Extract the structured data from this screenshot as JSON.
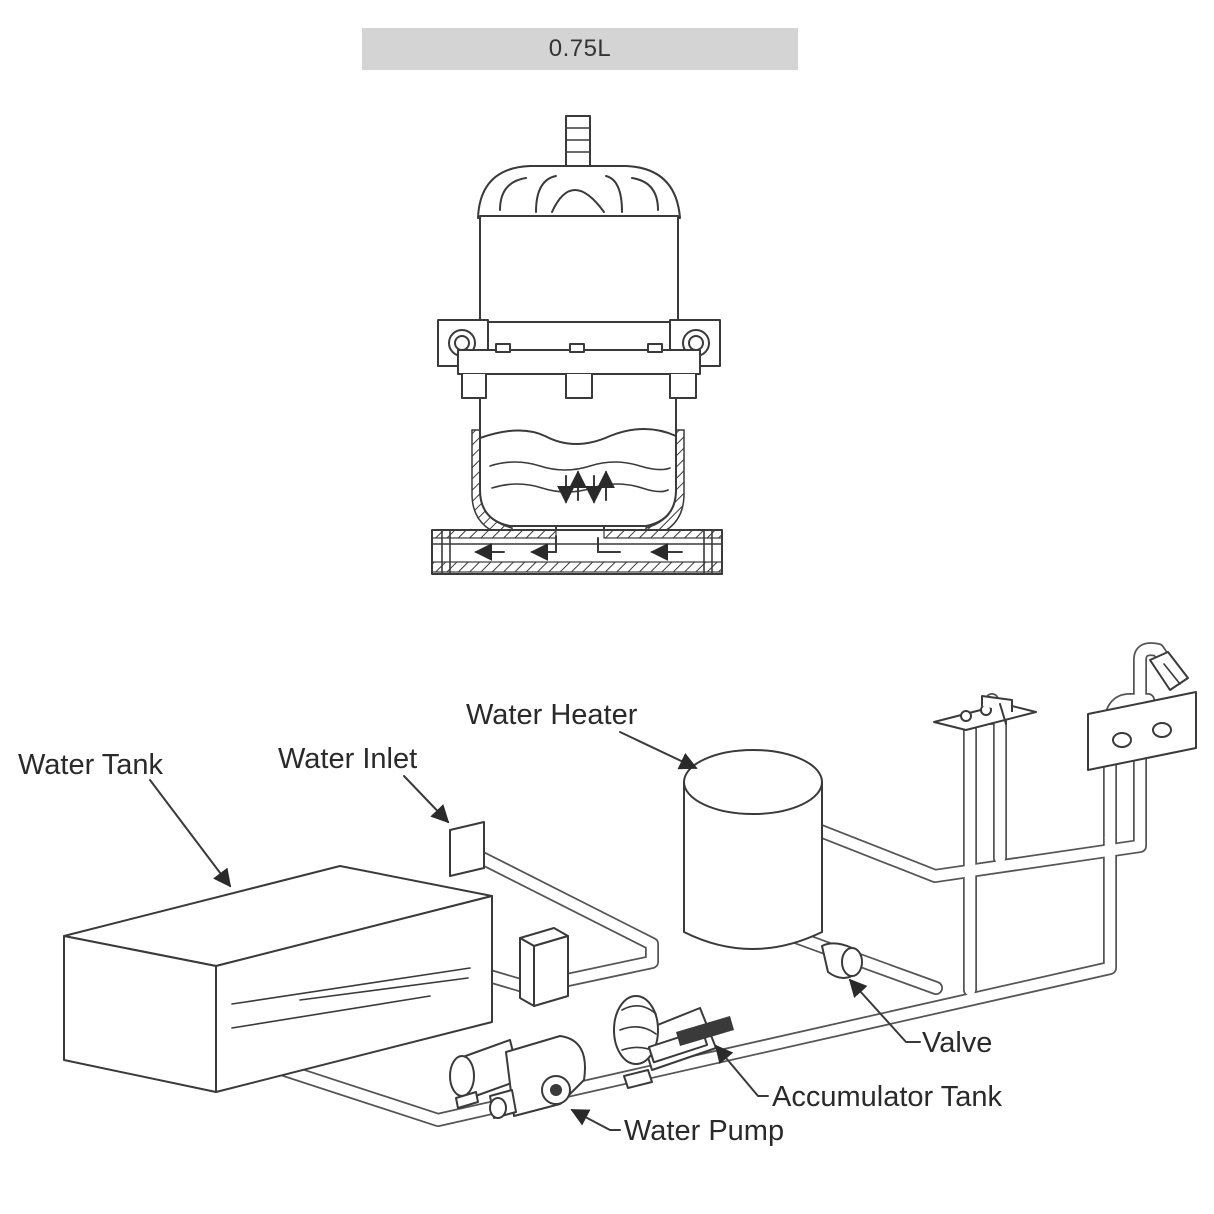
{
  "banner": {
    "text": "0.75L"
  },
  "labels": {
    "water_tank": "Water Tank",
    "water_inlet": "Water Inlet",
    "water_heater": "Water Heater",
    "valve": "Valve",
    "accumulator_tank": "Accumulator Tank",
    "water_pump": "Water Pump"
  },
  "colors": {
    "line": "#3a3a3a",
    "banner_bg": "#d4d4d4",
    "text": "#2a2a2a"
  }
}
